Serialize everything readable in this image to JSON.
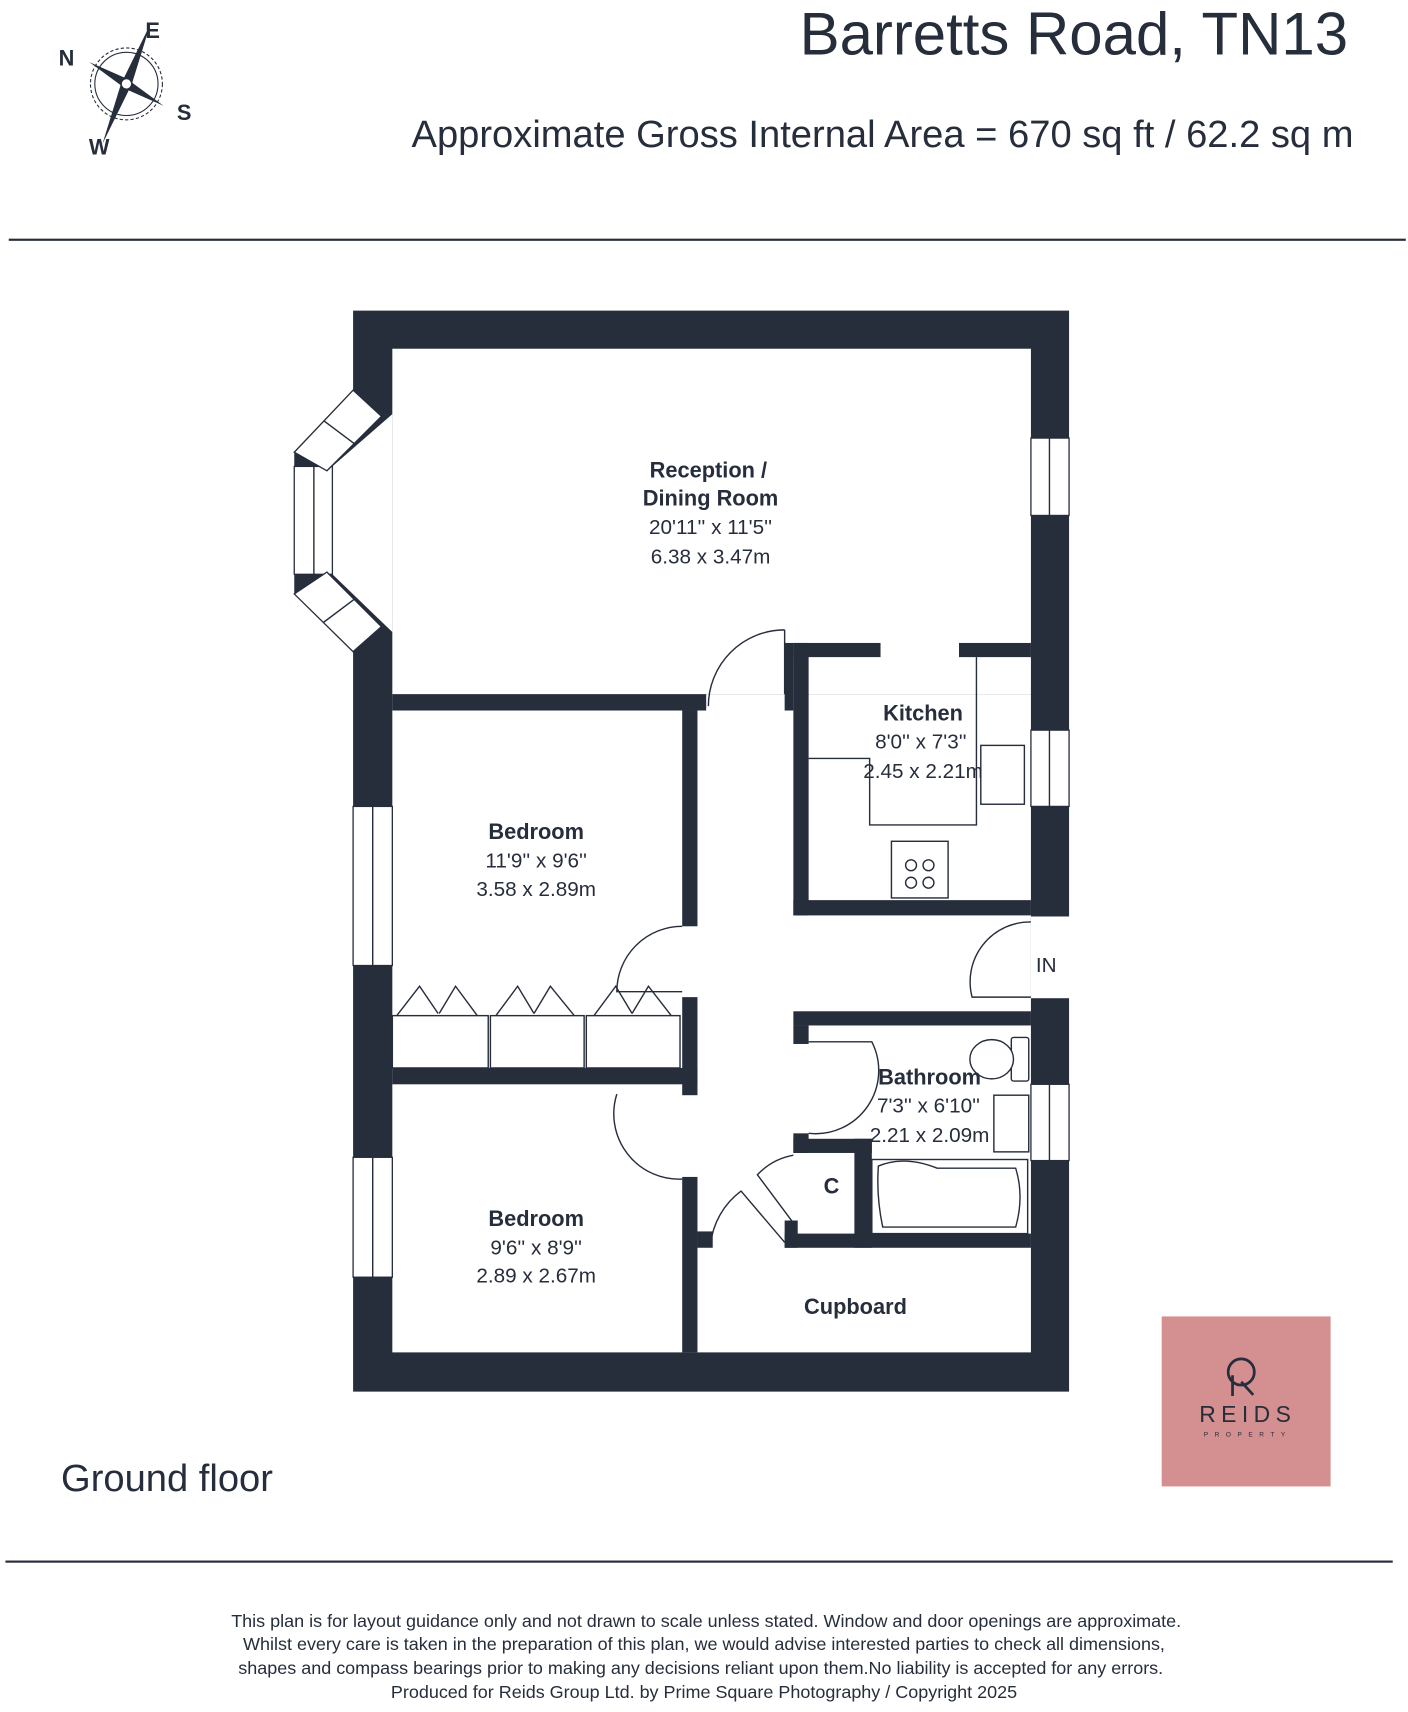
{
  "header": {
    "title": "Barretts Road, TN13",
    "area": "Approximate Gross Internal Area = 670 sq ft / 62.2 sq m"
  },
  "compass": {
    "n": "N",
    "e": "E",
    "s": "S",
    "w": "W"
  },
  "rooms": {
    "reception": {
      "name1": "Reception /",
      "name2": "Dining Room",
      "imperial": "20'11'' x 11'5''",
      "metric": "6.38 x 3.47m"
    },
    "kitchen": {
      "name": "Kitchen",
      "imperial": "8'0'' x 7'3''",
      "metric": "2.45 x 2.21m"
    },
    "bedroom1": {
      "name": "Bedroom",
      "imperial": "11'9'' x 9'6''",
      "metric": "3.58 x 2.89m"
    },
    "bedroom2": {
      "name": "Bedroom",
      "imperial": "9'6'' x 8'9''",
      "metric": "2.89 x 2.67m"
    },
    "bathroom": {
      "name": "Bathroom",
      "imperial": "7'3'' x 6'10''",
      "metric": "2.21 x 2.09m"
    },
    "cupboard": {
      "name": "Cupboard"
    },
    "c": {
      "name": "C"
    },
    "entrance": {
      "label": "IN"
    }
  },
  "floor_label": "Ground floor",
  "logo": {
    "name": "REIDS",
    "sub": "PROPERTY",
    "bg": "#d48f91"
  },
  "footer": {
    "line1": "This plan is for layout guidance only and not drawn to scale unless stated. Window and door openings are approximate.",
    "line2": "Whilst every care is taken in the preparation of this plan, we would advise interested parties to check all dimensions,",
    "line3": "shapes and compass bearings prior to making any decisions reliant upon them.No liability is accepted for any errors.",
    "line4": "Produced for Reids Group Ltd. by Prime Square Photography / Copyright 2025"
  }
}
